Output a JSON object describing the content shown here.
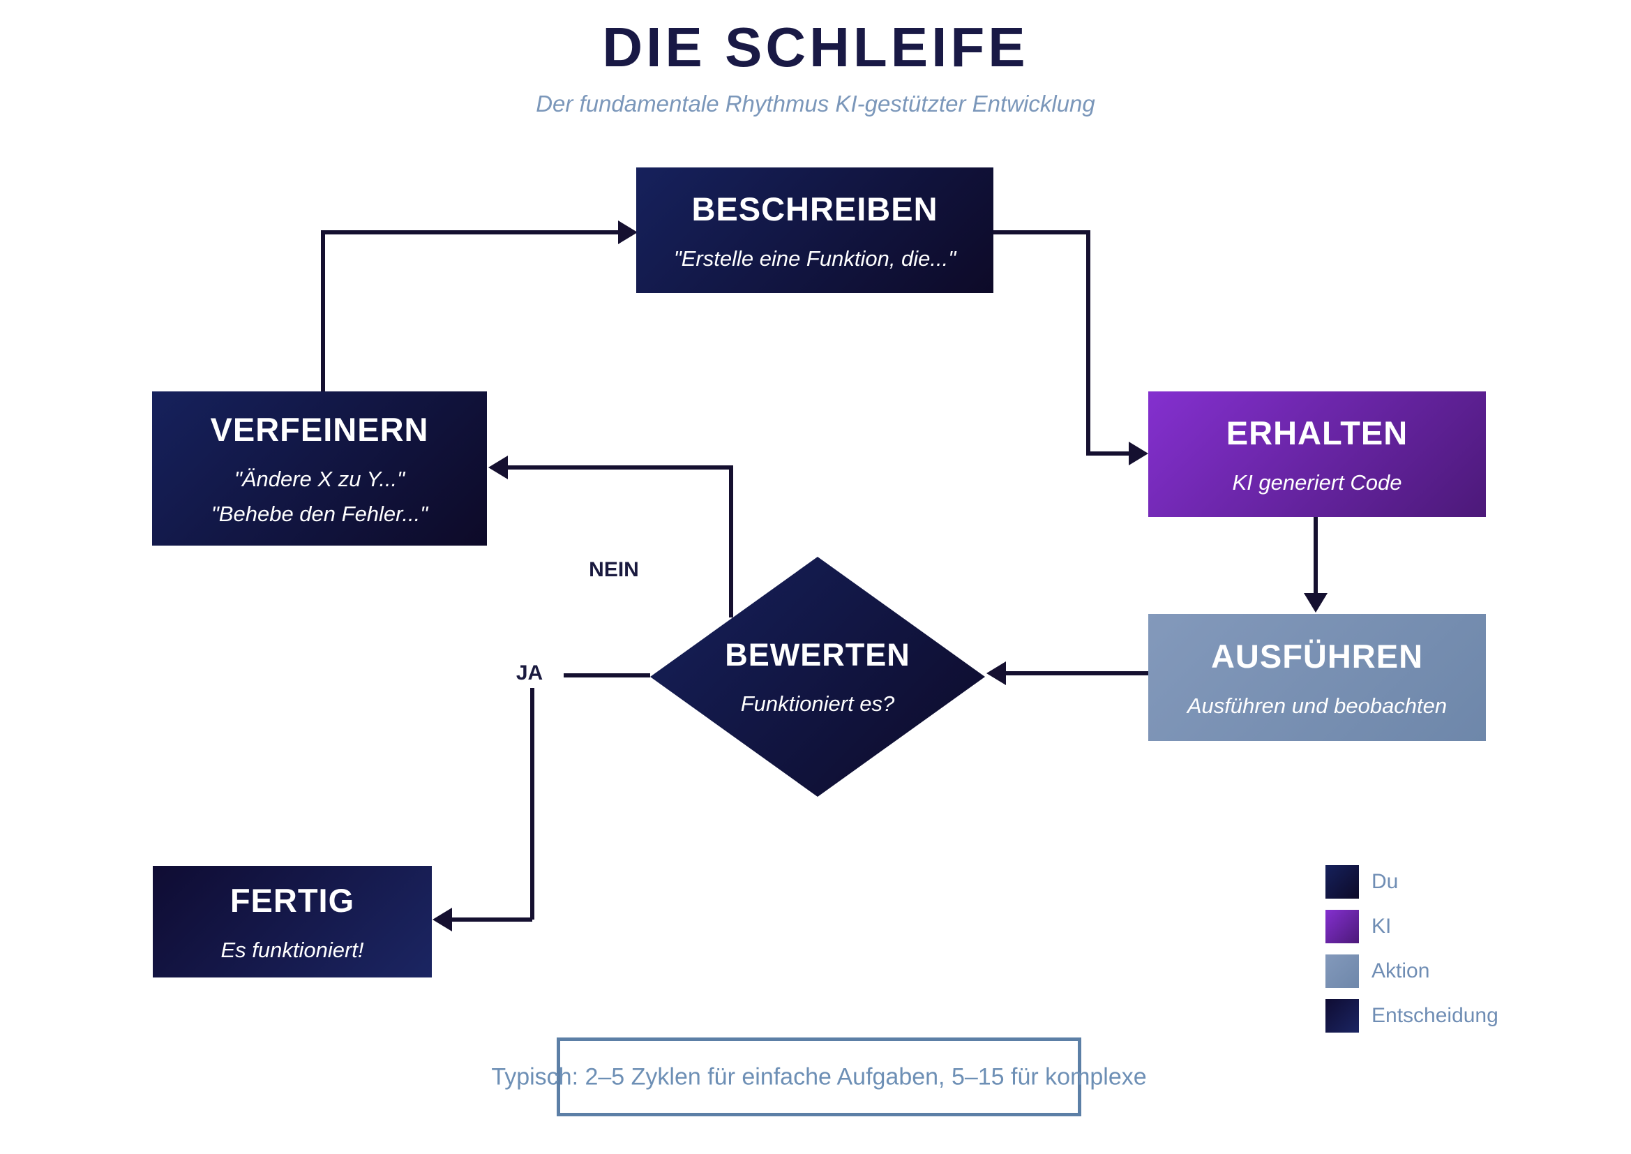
{
  "header": {
    "title": "DIE SCHLEIFE",
    "subtitle": "Der fundamentale Rhythmus KI-gestützter Entwicklung"
  },
  "nodes": {
    "beschreiben": {
      "label": "BESCHREIBEN",
      "sublabel": "\"Erstelle eine Funktion, die...\"",
      "category": "Du"
    },
    "erhalten": {
      "label": "ERHALTEN",
      "sublabel": "KI generiert Code",
      "category": "KI"
    },
    "ausfuehren": {
      "label": "AUSFÜHREN",
      "sublabel": "Ausführen und beobachten",
      "category": "Aktion"
    },
    "bewerten": {
      "label": "BEWERTEN",
      "sublabel": "Funktioniert es?",
      "category": "Entscheidung"
    },
    "verfeinern": {
      "label": "VERFEINERN",
      "sublabel1": "\"Ändere X zu Y...\"",
      "sublabel2": "\"Behebe den Fehler...\"",
      "category": "Du"
    },
    "fertig": {
      "label": "FERTIG",
      "sublabel": "Es funktioniert!",
      "category": "Du"
    }
  },
  "edges": [
    {
      "from": "VERFEINERN",
      "to": "BESCHREIBEN",
      "label": ""
    },
    {
      "from": "BESCHREIBEN",
      "to": "ERHALTEN",
      "label": ""
    },
    {
      "from": "ERHALTEN",
      "to": "AUSFÜHREN",
      "label": ""
    },
    {
      "from": "AUSFÜHREN",
      "to": "BEWERTEN",
      "label": ""
    },
    {
      "from": "BEWERTEN",
      "to": "VERFEINERN",
      "label": "NEIN"
    },
    {
      "from": "BEWERTEN",
      "to": "FERTIG",
      "label": "JA"
    }
  ],
  "legend": {
    "items": [
      {
        "label": "Du",
        "color_light": "#16215c",
        "color_dark": "#0d0a28"
      },
      {
        "label": "KI",
        "color_light": "#8430cf",
        "color_dark": "#4c1979"
      },
      {
        "label": "Aktion",
        "color_light": "#8399bb",
        "color_dark": "#6e87aa"
      },
      {
        "label": "Entscheidung",
        "color_light": "#0f0c33",
        "color_dark": "#1b2562"
      }
    ]
  },
  "footer": {
    "note": "Typisch: 2–5 Zyklen für einfache Aufgaben, 5–15 für komplexe"
  },
  "colors": {
    "background": "#ffffff",
    "title_text": "#191945",
    "muted_text": "#7b97ba",
    "line": "#151030",
    "node_text": "#ffffff"
  }
}
